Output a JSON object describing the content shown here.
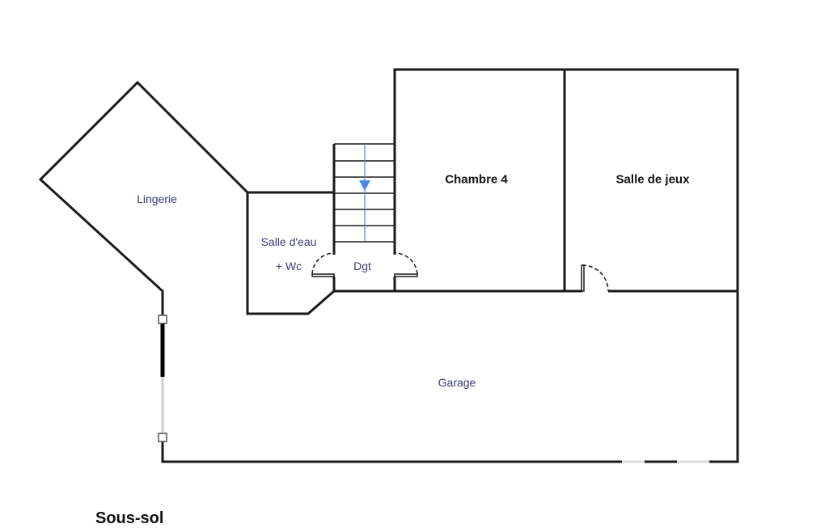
{
  "plan_title": "Sous-sol",
  "rooms": {
    "lingerie": "Lingerie",
    "salle_eau": "Salle d'eau",
    "wc": "+ Wc",
    "dgt": "Dgt",
    "chambre4": "Chambre 4",
    "salle_jeux": "Salle de jeux",
    "garage": "Garage"
  },
  "colors": {
    "wall": "#1a1a1a",
    "label": "#3a3a7a",
    "stair_arrow": "#4a86e8"
  }
}
